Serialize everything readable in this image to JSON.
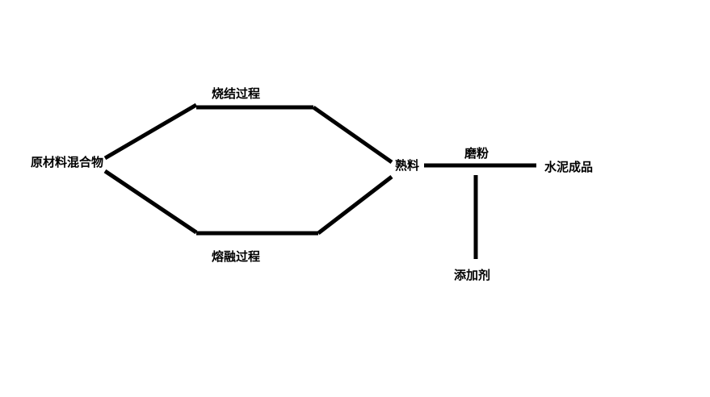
{
  "nodes": {
    "raw_mix": "原材料混合物",
    "sintering": "烧结过程",
    "melting": "熔融过程",
    "clinker": "熟料",
    "grinding": "磨粉",
    "cement": "水泥成品",
    "additive": "添加剂"
  },
  "colors": {
    "line": "#000000",
    "background": "#ffffff"
  }
}
